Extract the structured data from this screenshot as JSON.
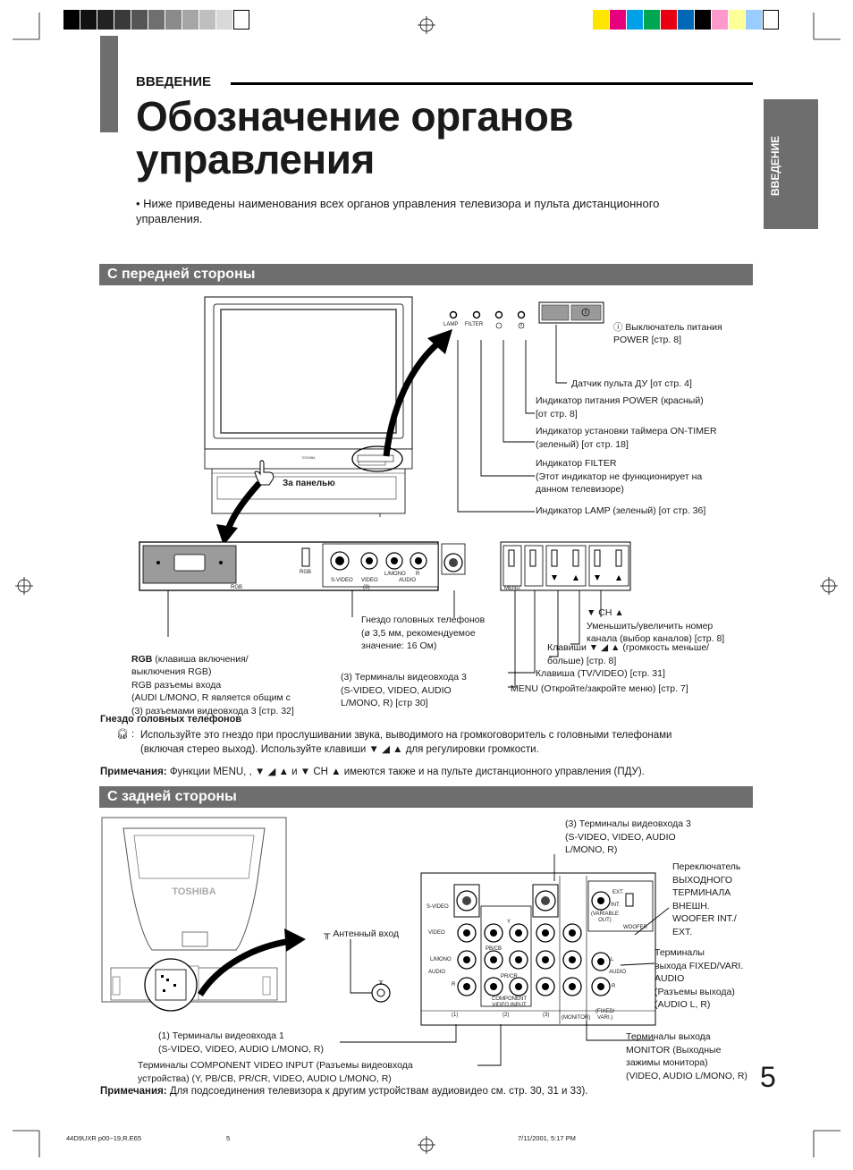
{
  "header": {
    "section_label": "ВВЕДЕНИЕ",
    "title_line1": "Обозначение органов",
    "title_line2": "управления",
    "side_tab": "ВВЕДЕНИЕ",
    "intro": "• Ниже приведены наименования всех органов управления телевизора и пульта дистанционного\n   управления."
  },
  "front": {
    "heading": "С передней стороны",
    "panel_labels": [
      "LAMP",
      "FILTER"
    ],
    "tv_brand": "TOSHIBA",
    "behind_panel": "За панелью",
    "power_switch": "Выключатель питания\nPOWER [стр. 8]",
    "remote_sensor": "Датчик пульта ДУ [от стр. 4]",
    "power_indicator": "Индикатор питания POWER (красный)\n[от стр. 8]",
    "timer_indicator": "Индикатор установки таймера ON-TIMER\n(зеленый) [от стр. 18]",
    "filter_indicator": "Индикатор FILTER\n(Этот индикатор не функционирует на\nданном телевизоре)",
    "lamp_indicator": "Индикатор LAMP (зеленый) [от стр. 36]",
    "rgb_small": "RGB",
    "rgb_label": "RGB",
    "svideo_small": "S-VIDEO",
    "video_small": "VIDEO",
    "lmono_small": "L/MONO",
    "r_small": "R",
    "audio_small": "AUDIO",
    "input3_small": "(3)",
    "menu_small": "MENU",
    "headphone_jack": "Гнездо головных телефонов\n(ø 3,5 мм, рекомендуемое\nзначение: 16 Ом)",
    "rgb_key_bold": "RGB",
    "rgb_key": "(клавиша включения/\nвыключения RGB)\n RGB разъемы входа\n(AUDI L/MONO, R является общим с\n (3) разъемами видеовхода 3 [стр. 32]",
    "input3_terminals": " (3) Терминалы видеовхода 3\n(S-VIDEO, VIDEO, AUDIO\nL/MONO, R) [стр 30]",
    "channel_keys": "▼ CH ▲\nУменьшить/увеличить номер\nканала (выбор каналов) [стр. 8]",
    "volume_keys": "Клавиши ▼ ◢ ▲ (громкость меньше/\nбольше) [стр. 8]",
    "tv_video_key": "Клавиша  (TV/VIDEO) [стр. 31]",
    "menu_key": "MENU (Откройте/закройте меню) [стр. 7]",
    "headphone_title": "Гнездо головных телефонов",
    "headphone_text": "Используйте это гнездо при прослушивании звука, выводимого на громкоговоритель с головными телефонами\n(включая стерео выход). Используйте клавиши ▼ ◢ ▲ для регулировки громкости.",
    "note_label": "Примечания:",
    "note_text": "Функции MENU,  , ▼ ◢ ▲ и ▼ CH ▲ имеются также и на пульте дистанционного управления (ПДУ)."
  },
  "rear": {
    "heading": "С задней стороны",
    "tv_brand": "TOSHIBA",
    "antenna": "Антенный вход",
    "input3": " (3) Терминалы видеовхода 3\n(S-VIDEO, VIDEO, AUDIO\nL/MONO, R)",
    "woofer_switch": "Переключатель\nВЫХОДНОГО\nТЕРМИНАЛА\nВНЕШН.\nWOOFER INT./\nEXT.",
    "fixed_vari": "   Терминалы\nвыхода FIXED/VARI.\nAUDIO\n(Разъемы выхода)\n(AUDIO L, R)",
    "monitor_out": "   Терминалы выхода\nMONITOR (Выходные\nзажимы монитора)\n(VIDEO, AUDIO L/MONO, R)",
    "input1": " (1) Терминалы видеовхода 1\n(S-VIDEO, VIDEO, AUDIO L/MONO, R)",
    "component": " Терминалы COMPONENT VIDEO INPUT (Разъемы видеовхода\nустройства) (Y, PB/CB, PR/CR, VIDEO, AUDIO L/MONO, R)",
    "note_label": "Примечания:",
    "note_text": "Для подсоединения телевизора к другим устройствам аудиовидео см. стр. 30, 31 и 33).",
    "panel_svideo": "S-VIDEO",
    "panel_video": "VIDEO",
    "panel_lmono": "L/MONO",
    "panel_audio": "AUDIO",
    "panel_r": "R",
    "panel_y": "Y",
    "panel_pb": "PB/CB",
    "panel_pr": "PR/CR",
    "panel_component": "COMPONENT\nVIDEO INPUT",
    "panel_ext": "EXT.",
    "panel_int": "INT.",
    "panel_variable": "(VARIABLE\nOUT)",
    "panel_woofer": "WOOFER",
    "panel_l": "L",
    "panel_audio2": "AUDIO",
    "panel_r2": "R",
    "panel_1": "(1)",
    "panel_2": "(2)",
    "panel_3": "(3)",
    "panel_monitor": "(MONITOR)",
    "panel_fixed": "(FIXED/\nVARI.)"
  },
  "footer": {
    "page_number": "5",
    "file": "44D9UXR p00~19,R.E65",
    "page_small": "5",
    "date": "7/11/2001, 5:17 PM"
  },
  "colors": {
    "heading_bar": "#6e6e6e",
    "side_tab": "#6e6e6e",
    "color_bar": [
      "#ffe600",
      "#e6007e",
      "#00a0e9",
      "#00a651",
      "#e60012",
      "#0068b7",
      "#ff99cc",
      "#ffff99",
      "#99ccff"
    ]
  }
}
